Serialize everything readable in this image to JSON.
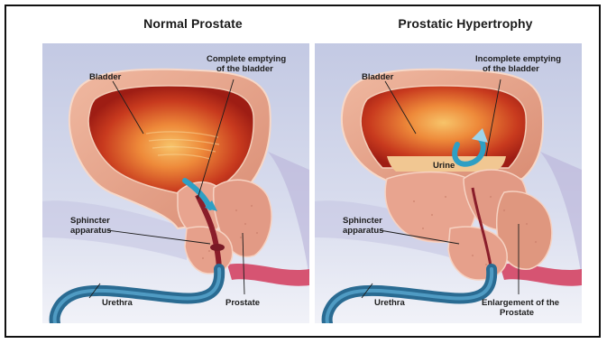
{
  "left": {
    "title": "Normal Prostate",
    "labels": {
      "bladder": "Bladder",
      "emptying_line1": "Complete emptying",
      "emptying_line2": "of the bladder",
      "sphincter_line1": "Sphincter",
      "sphincter_line2": "apparatus",
      "urethra": "Urethra",
      "prostate": "Prostate"
    }
  },
  "right": {
    "title": "Prostatic Hypertrophy",
    "labels": {
      "bladder": "Bladder",
      "emptying_line1": "Incomplete emptying",
      "emptying_line2": "of the bladder",
      "urine": "Urine",
      "sphincter_line1": "Sphincter",
      "sphincter_line2": "apparatus",
      "urethra": "Urethra",
      "enlargement_line1": "Enlargement of the",
      "enlargement_line2": "Prostate"
    }
  },
  "colors": {
    "background_top": "#c9cfe6",
    "background_bottom": "#eef0f7",
    "bladder_wall": "#e9a88f",
    "bladder_inner": "#b8261a",
    "bladder_glow": "#f6b05a",
    "prostate": "#e9a390",
    "urethra": "#3b7fa6",
    "arrow": "#2f9fc4"
  }
}
